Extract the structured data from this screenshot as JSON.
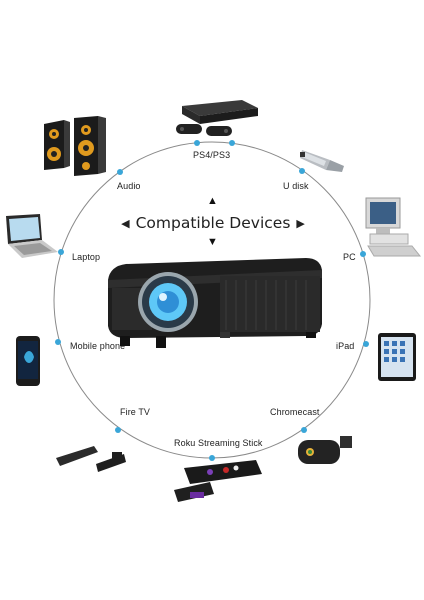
{
  "title": "Compatible Devices",
  "devices": {
    "ps": "PS4/PS3",
    "udisk": "U disk",
    "pc": "PC",
    "ipad": "iPad",
    "chromecast": "Chromecast",
    "roku": "Roku Streaming Stick",
    "firetv": "Fire TV",
    "mobile": "Mobile phone",
    "laptop": "Laptop",
    "audio": "Audio"
  },
  "colors": {
    "accent": "#3aa6d8",
    "circle": "#8a8a8a",
    "projector_body": "#1e1e1e",
    "lens": "#5ec8f7"
  },
  "icons": {
    "arrows": [
      "arrow-left",
      "arrow-right",
      "arrow-up",
      "arrow-down"
    ]
  }
}
